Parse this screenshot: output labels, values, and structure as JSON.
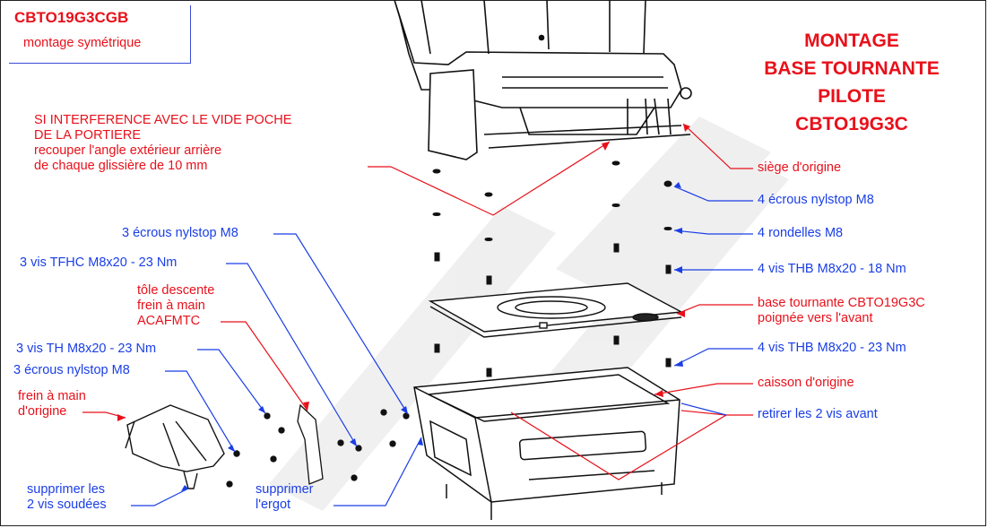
{
  "reference": {
    "code": "CBTO19G3CGB",
    "subtitle": "montage symétrique"
  },
  "title": {
    "lines": [
      "MONTAGE",
      "BASE TOURNANTE",
      "PILOTE",
      "CBTO19G3C"
    ]
  },
  "notes": {
    "interference": [
      "SI INTERFERENCE AVEC LE VIDE POCHE",
      "DE LA PORTIERE",
      "recouper l'angle extérieur arrière",
      "de chaque glissière de 10 mm"
    ]
  },
  "callouts": {
    "siege_origine": "siège d'origine",
    "ecrous_nylstop_4": "4 écrous nylstop M8",
    "rondelles_4": "4 rondelles M8",
    "vis_thb_18": "4 vis THB M8x20 - 18 Nm",
    "base_tournante": [
      "base tournante CBTO19G3C",
      "poignée vers l'avant"
    ],
    "vis_thb_23": "4 vis THB M8x20 - 23 Nm",
    "caisson": "caisson d'origine",
    "retirer_vis": "retirer les 2 vis avant",
    "ecrous_nylstop_3_top": "3 écrous nylstop M8",
    "vis_tfhc": "3 vis TFHC M8x20 - 23 Nm",
    "tole_descente": [
      "tôle descente",
      "frein à main",
      "ACAFMTC"
    ],
    "vis_th": "3 vis TH M8x20 - 23 Nm",
    "ecrous_nylstop_3_left": "3 écrous nylstop M8",
    "frein_origine": [
      "frein à main",
      "d'origine"
    ],
    "supprimer_vis": [
      "supprimer les",
      "2 vis soudées"
    ],
    "supprimer_ergot": [
      "supprimer",
      "l'ergot"
    ]
  },
  "colors": {
    "red": "#e8101a",
    "blue": "#1a3ee6",
    "line": "#111111"
  }
}
